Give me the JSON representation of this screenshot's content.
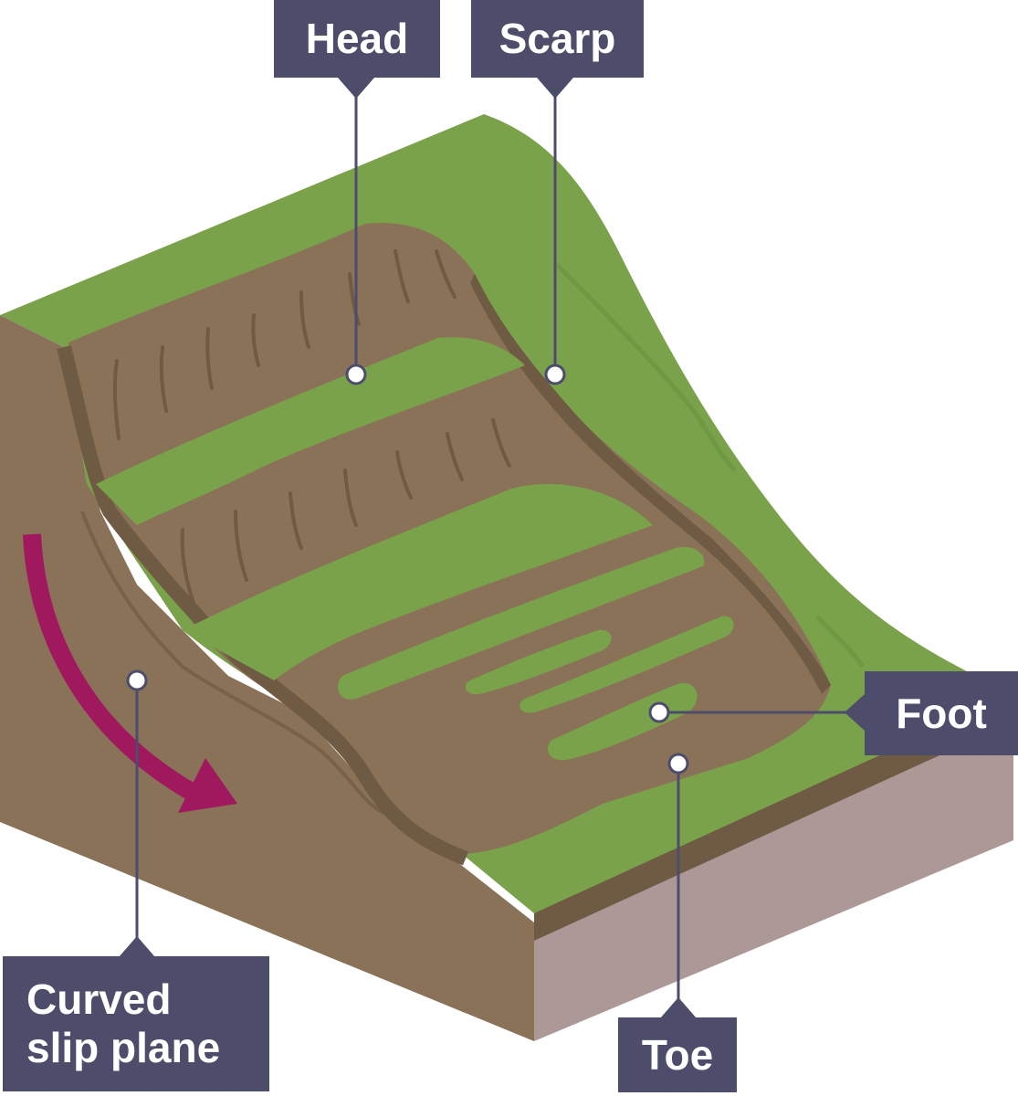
{
  "labels": {
    "head": "Head",
    "scarp": "Scarp",
    "foot": "Foot",
    "toe": "Toe",
    "slip_plane_line1": "Curved",
    "slip_plane_line2": "slip plane"
  },
  "colors": {
    "grass": "#7aa24b",
    "grass_dark": "#6b9440",
    "earth": "#8a7258",
    "earth_dark": "#6f5a44",
    "bedrock": "#ad9898",
    "label_bg": "#4d4c6a",
    "arrow": "#a0185e",
    "pointer": "#4d4c6a"
  }
}
